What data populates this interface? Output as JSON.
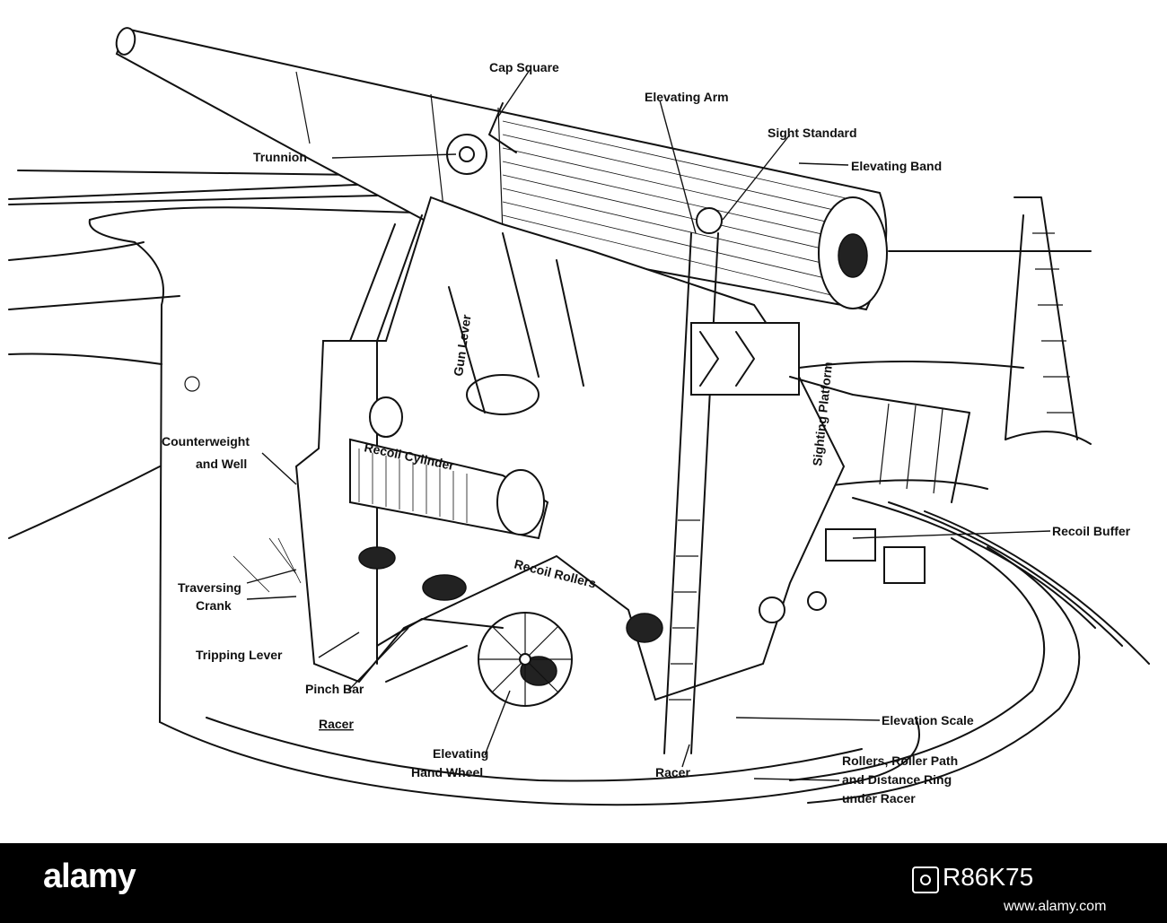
{
  "labels": {
    "cap_square": "Cap Square",
    "elevating_arm": "Elevating Arm",
    "sight_standard": "Sight Standard",
    "trunnion": "Trunnion",
    "elevating_band": "Elevating Band",
    "gun_lever": "Gun Lever",
    "sighting_platform": "Sighting Platform",
    "counterweight_1": "Counterweight",
    "counterweight_2": "and Well",
    "recoil_cylinder": "Recoil Cylinder",
    "recoil_buffer": "Recoil Buffer",
    "traversing_1": "Traversing",
    "traversing_2": "Crank",
    "recoil_rollers": "Recoil Rollers",
    "tripping_lever": "Tripping Lever",
    "pinch_bar": "Pinch Bar",
    "racer_left": "Racer",
    "elevation_scale": "Elevation Scale",
    "elevating_1": "Elevating",
    "elevating_2": "Hand Wheel",
    "rollers_1": "Rollers, Roller Path",
    "rollers_2": "and Distance Ring",
    "rollers_3": "under Racer",
    "racer_bottom": "Racer"
  },
  "footer": {
    "brand": "alamy",
    "image_id": "R86K75",
    "site": "www.alamy.com"
  },
  "colors": {
    "ink": "#111111",
    "paper": "#ffffff",
    "footer_bg": "#000000"
  }
}
